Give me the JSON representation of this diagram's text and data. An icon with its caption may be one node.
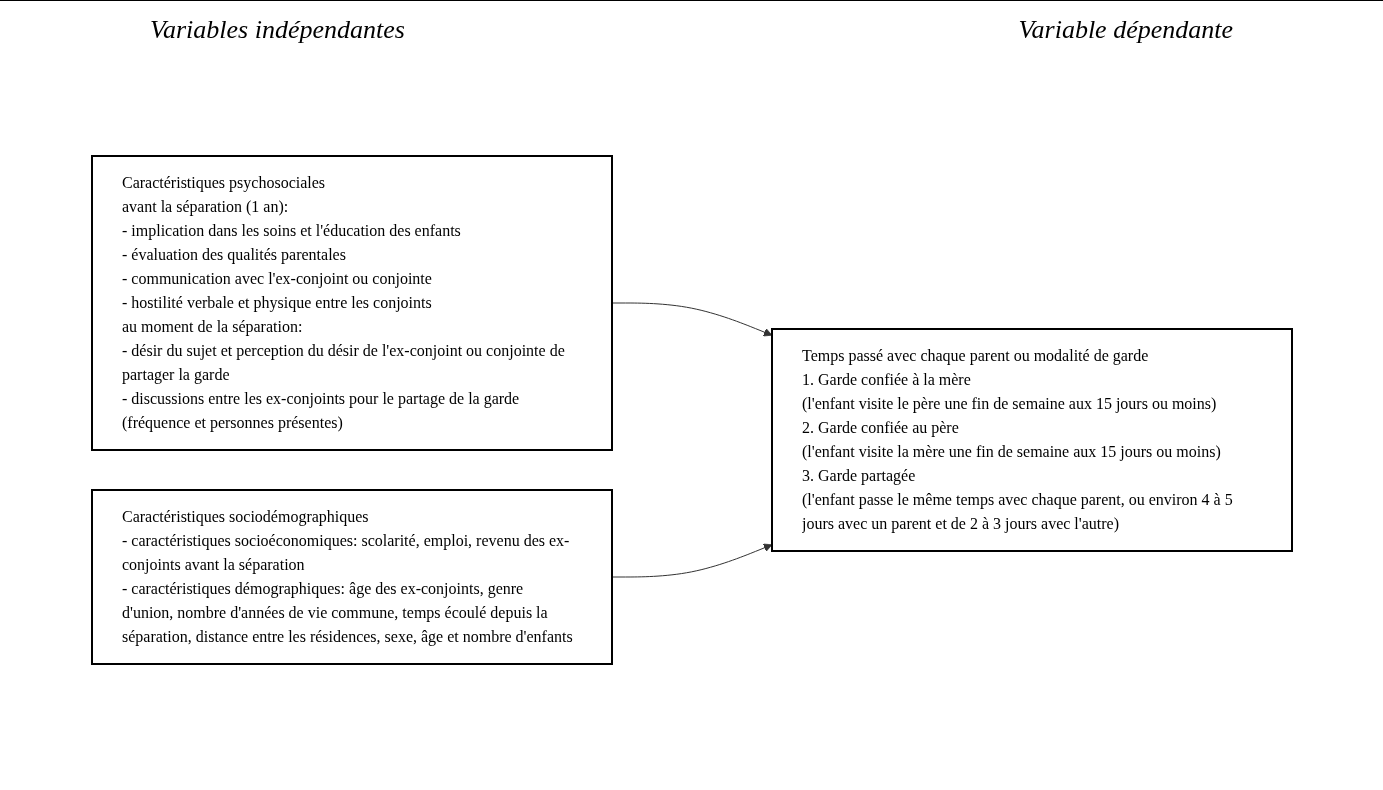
{
  "diagram": {
    "nodes": [
      {
        "text": [
          "Caractéristiques psychosociales",
          "avant la séparation (1 an):",
          "- implication dans les soins et l'éducation des enfants",
          "- évaluation des qualités parentales",
          "- communication avec l'ex-conjoint ou conjointe",
          "- hostilité verbale et physique entre les conjoints",
          "au moment de la séparation:",
          "- désir du sujet et perception du désir de l'ex-conjoint ou conjointe de partager la garde",
          "- discussions entre les ex-conjoints pour le partage de la garde (fréquence et personnes présentes)"
        ]
      },
      {
        "text": [
          "Caractéristiques sociodémographiques",
          "- caractéristiques socioéconomiques: scolarité, emploi, revenu des ex-conjoints avant la séparation",
          "- caractéristiques démographiques: âge des ex-conjoints, genre d'union, nombre d'années de vie commune, temps écoulé depuis la séparation, distance entre les résidences, sexe, âge et nombre d'enfants"
        ]
      },
      {
        "text": [
          "Temps passé avec chaque parent ou modalité de garde",
          "1. Garde confiée à la mère",
          "(l'enfant visite le père une fin de semaine aux 15 jours ou moins)",
          "2. Garde confiée au père",
          "(l'enfant visite la mère une fin de semaine aux 15 jours ou moins)",
          "3. Garde partagée",
          "(l'enfant passe le même temps avec chaque parent, ou environ 4 à 5 jours avec un parent et de 2 à 3 jours avec l'autre)"
        ]
      }
    ],
    "edges": [
      {
        "from": 0,
        "to": 2,
        "arrow": "to"
      },
      {
        "from": 1,
        "to": 2,
        "arrow": "to"
      }
    ],
    "labels": [
      "Variables indépendantes",
      "Variable dépendante"
    ]
  }
}
